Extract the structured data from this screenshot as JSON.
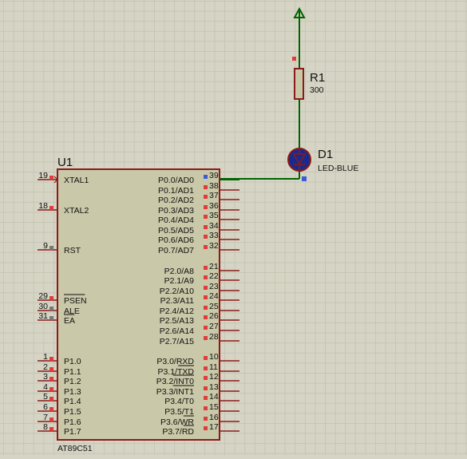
{
  "chip": {
    "ref": "U1",
    "part": "AT89C51",
    "left_pins": [
      {
        "num": "19",
        "name": "XTAL1",
        "overline": false
      },
      {
        "num": "18",
        "name": "XTAL2",
        "overline": false
      },
      {
        "num": "9",
        "name": "RST",
        "overline": false
      },
      {
        "num": "29",
        "name": "PSEN",
        "overline": true
      },
      {
        "num": "30",
        "name": "ALE",
        "overline": false
      },
      {
        "num": "31",
        "name": "EA",
        "overline": true
      },
      {
        "num": "1",
        "name": "P1.0",
        "overline": false
      },
      {
        "num": "2",
        "name": "P1.1",
        "overline": false
      },
      {
        "num": "3",
        "name": "P1.2",
        "overline": false
      },
      {
        "num": "4",
        "name": "P1.3",
        "overline": false
      },
      {
        "num": "5",
        "name": "P1.4",
        "overline": false
      },
      {
        "num": "6",
        "name": "P1.5",
        "overline": false
      },
      {
        "num": "7",
        "name": "P1.6",
        "overline": false
      },
      {
        "num": "8",
        "name": "P1.7",
        "overline": false
      }
    ],
    "right_pins": [
      {
        "num": "39",
        "name": "P0.0/AD0"
      },
      {
        "num": "38",
        "name": "P0.1/AD1"
      },
      {
        "num": "37",
        "name": "P0.2/AD2"
      },
      {
        "num": "36",
        "name": "P0.3/AD3"
      },
      {
        "num": "35",
        "name": "P0.4/AD4"
      },
      {
        "num": "34",
        "name": "P0.5/AD5"
      },
      {
        "num": "33",
        "name": "P0.6/AD6"
      },
      {
        "num": "32",
        "name": "P0.7/AD7"
      },
      {
        "num": "21",
        "name": "P2.0/A8"
      },
      {
        "num": "22",
        "name": "P2.1/A9"
      },
      {
        "num": "23",
        "name": "P2.2/A10"
      },
      {
        "num": "24",
        "name": "P2.3/A11"
      },
      {
        "num": "25",
        "name": "P2.4/A12"
      },
      {
        "num": "26",
        "name": "P2.5/A13"
      },
      {
        "num": "27",
        "name": "P2.6/A14"
      },
      {
        "num": "28",
        "name": "P2.7/A15"
      },
      {
        "num": "10",
        "name": "P3.0/RXD",
        "prefix": "P3.0/",
        "suffix": "RXD",
        "overline": false
      },
      {
        "num": "11",
        "name": "P3.1/TXD",
        "prefix": "P3.1/",
        "suffix": "TXD",
        "overline": true
      },
      {
        "num": "12",
        "name": "P3.2/INT0",
        "prefix": "P3.2/",
        "suffix": "INT0",
        "overline": true
      },
      {
        "num": "13",
        "name": "P3.3/INT1",
        "prefix": "P3.3/",
        "suffix": "INT1",
        "overline": true
      },
      {
        "num": "14",
        "name": "P3.4/T0",
        "prefix": "P3.4/",
        "suffix": "T0",
        "overline": false
      },
      {
        "num": "15",
        "name": "P3.5/T1",
        "prefix": "P3.5/",
        "suffix": "T1",
        "overline": false
      },
      {
        "num": "16",
        "name": "P3.6/WR",
        "prefix": "P3.6/",
        "suffix": "WR",
        "overline": true
      },
      {
        "num": "17",
        "name": "P3.7/RD",
        "prefix": "P3.7/",
        "suffix": "RD",
        "overline": true
      }
    ]
  },
  "resistor": {
    "ref": "R1",
    "value": "300"
  },
  "led": {
    "ref": "D1",
    "value": "LED-BLUE"
  },
  "colors": {
    "wire": "#006400",
    "chip_body": "#c9c8a8",
    "chip_border": "#8b1a1a",
    "pin_marker": "#e03c3c",
    "node_marker": "#3a5bd9",
    "led_fill": "#1a2a8c",
    "led_ring": "#8b1a1a",
    "resistor_border": "#8b1a1a"
  },
  "icons": [
    "power-terminal-icon",
    "resistor-icon",
    "led-icon",
    "microcontroller-icon"
  ]
}
